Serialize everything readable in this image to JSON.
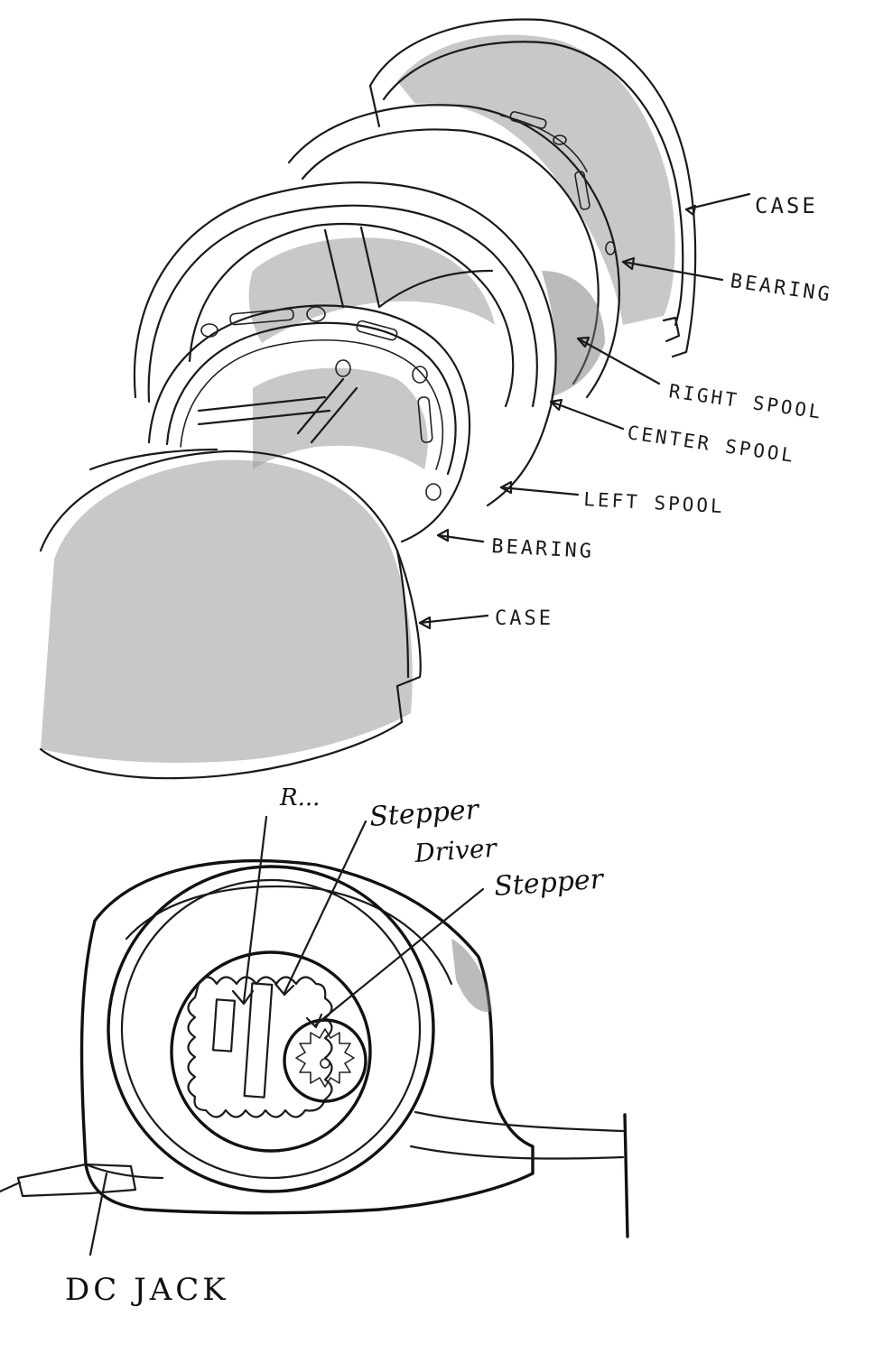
{
  "exploded_view": {
    "labels": {
      "case_top": "CASE",
      "bearing_top": "BEARING",
      "right_spool": "RIGHT SPOOL",
      "center_spool": "CENTER SPOOL",
      "left_spool": "LEFT SPOOL",
      "bearing_bottom": "BEARING",
      "case_bottom": "CASE"
    }
  },
  "assembled_view": {
    "labels": {
      "partial_top": "R...",
      "stepper_driver_line1": "Stepper",
      "stepper_driver_line2": "Driver",
      "stepper": "Stepper",
      "dc_jack": "DC JACK"
    }
  },
  "colors": {
    "ink": "#1a1a1a",
    "shading": "#9a9a9a",
    "paper": "#ffffff"
  }
}
